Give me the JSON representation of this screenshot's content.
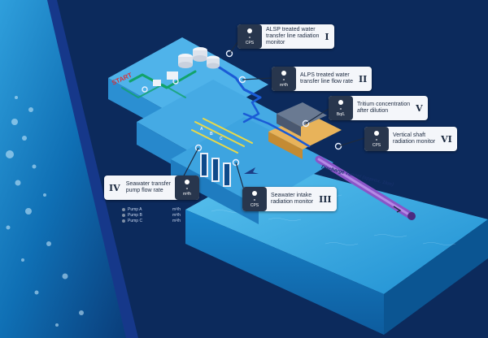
{
  "diagram": {
    "start_label": "START",
    "tunnel_label": "Discharge Tunnel (approx. 1km)",
    "facility_labels": [
      "A",
      "B",
      "C"
    ],
    "colors": {
      "background": "#0c2a5c",
      "water": "#1f8fd0",
      "platform": "#3aa0de",
      "pipe_green": "#12a36a",
      "pipe_blue": "#1a5bd6",
      "pipe_yellow": "#e8d94a",
      "tunnel": "#8a55c8",
      "callout_bg": "#f4f6fa",
      "device_bg": "#28364d",
      "start_red": "#d6323c"
    },
    "icons": [
      "monitor-device-icon",
      "flow-arrow-icon",
      "tank-icon"
    ]
  },
  "callouts": {
    "I": {
      "numeral": "I",
      "value": "-",
      "unit": "CPS",
      "text": [
        "ALSP treated water",
        "transfer line radiation",
        "monitor"
      ]
    },
    "II": {
      "numeral": "II",
      "value": "-",
      "unit": "m³/h",
      "text": [
        "ALPS treated water",
        "transfer line flow rate"
      ]
    },
    "V": {
      "numeral": "V",
      "value": "-",
      "unit": "Bq/L",
      "text": [
        "Tritium concentration",
        "after dilution"
      ]
    },
    "VI": {
      "numeral": "VI",
      "value": "-",
      "unit": "CPS",
      "text": [
        "Vertical shaft",
        "radiation monitor"
      ]
    },
    "IV": {
      "numeral": "IV",
      "value": "-",
      "unit": "m³/h",
      "text": [
        "Seawater transfer",
        "pump flow rate"
      ]
    },
    "III": {
      "numeral": "III",
      "value": "-",
      "unit": "CPS",
      "text": [
        "Seawater intake",
        "radiation monitor"
      ]
    }
  },
  "pumps": [
    {
      "name": "Pump A",
      "unit": "m³/h"
    },
    {
      "name": "Pump B",
      "unit": "m³/h"
    },
    {
      "name": "Pump C",
      "unit": "m³/h"
    }
  ]
}
